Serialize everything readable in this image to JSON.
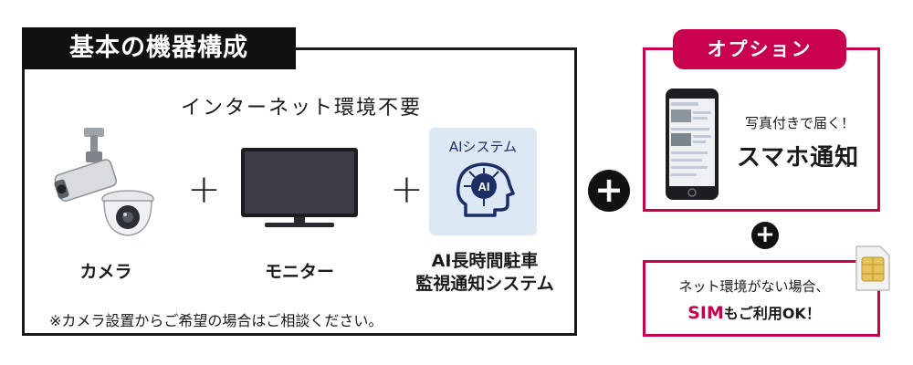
{
  "basic": {
    "title": "基本の機器構成",
    "no_internet": "インターネット環境不要",
    "items": [
      {
        "label": "カメラ"
      },
      {
        "label": "モニター"
      },
      {
        "label_line1": "AI長時間駐車",
        "label_line2": "監視通知システム",
        "box_title": "AIシステム",
        "chip_text": "AI"
      }
    ],
    "plus_sign": "+",
    "note": "※カメラ設置からご希望の場合はご相談ください。"
  },
  "big_plus": "+",
  "option": {
    "title": "オプション",
    "photo_notice": "写真付きで届く！",
    "smart_notice": "スマホ通知"
  },
  "sim": {
    "line1": "ネット環境がない場合、",
    "accent": "SIM",
    "line2_rest": "もご利用OK！"
  },
  "colors": {
    "accent": "#c8004e",
    "dark": "#111111",
    "ai_bg": "#dce9f5",
    "ai_navy": "#1b2f66"
  },
  "icons": [
    "security-camera-icon",
    "dome-camera-icon",
    "monitor-icon",
    "ai-head-icon",
    "smartphone-icon",
    "sim-card-icon"
  ]
}
